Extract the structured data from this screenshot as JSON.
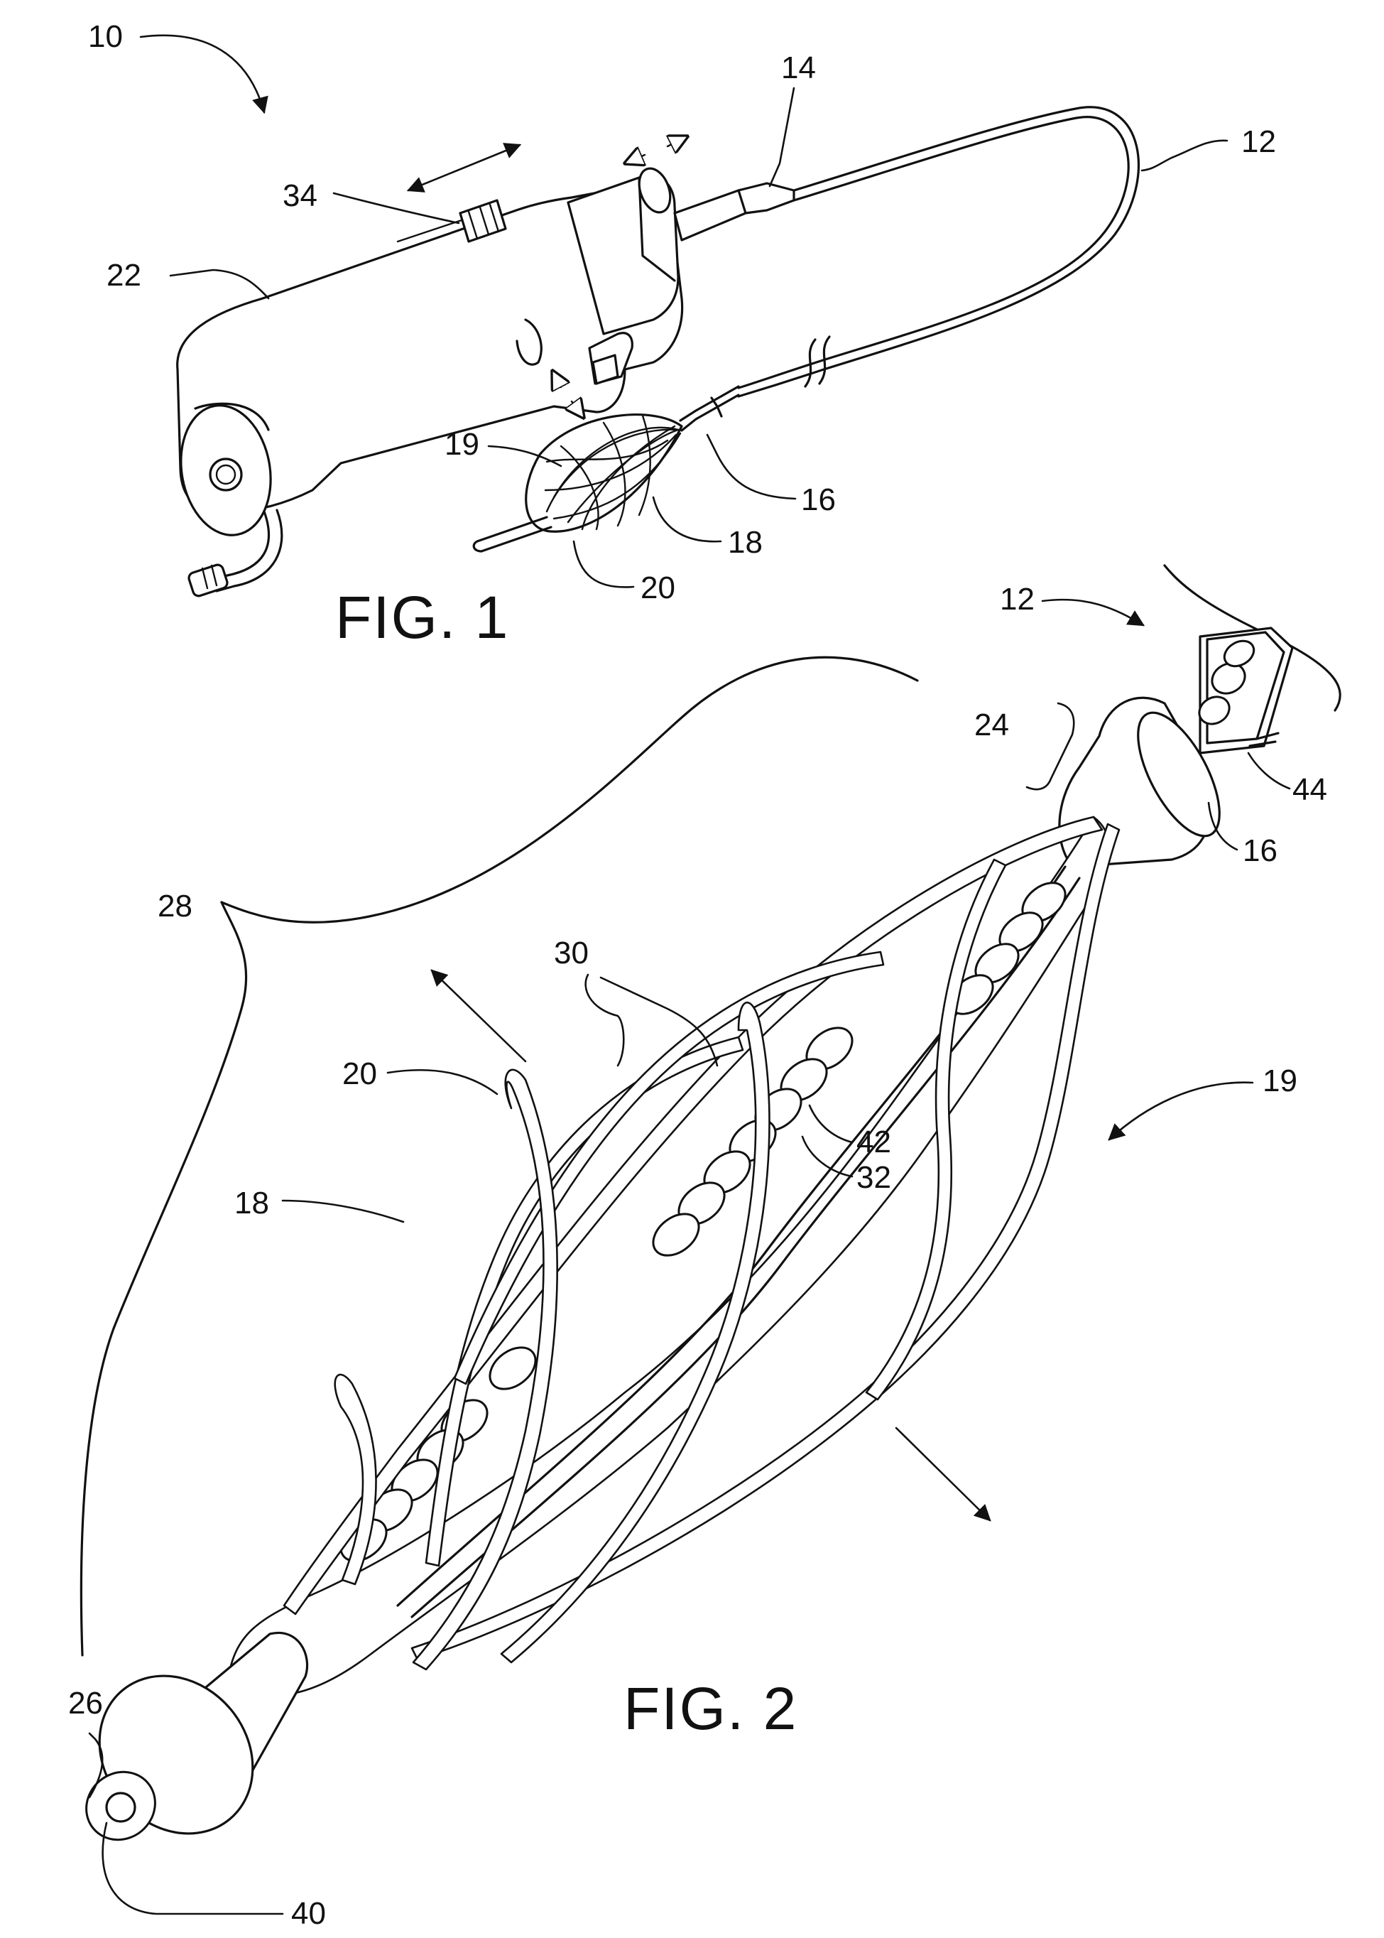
{
  "figures": [
    {
      "label": "FIG. 1",
      "reference_numerals": {
        "device": "10",
        "shaft": "12",
        "proximal_fitting": "14",
        "inner_member": "16",
        "struts": "18",
        "strut_edge": "20",
        "electrode_basket": "19",
        "handle": "22",
        "slider": "34"
      }
    },
    {
      "label": "FIG. 2",
      "reference_numerals": {
        "shaft": "12",
        "proximal_end": "24",
        "distal_end": "26",
        "tissue_boundary": "28",
        "struts": "18",
        "strut_edge": "20",
        "electrode_basket": "19",
        "coil": "30",
        "ring_electrode": "32",
        "ring_electrode_edge": "42",
        "inner_member": "16",
        "inner_coil": "44",
        "tip_lumen": "40"
      }
    }
  ]
}
